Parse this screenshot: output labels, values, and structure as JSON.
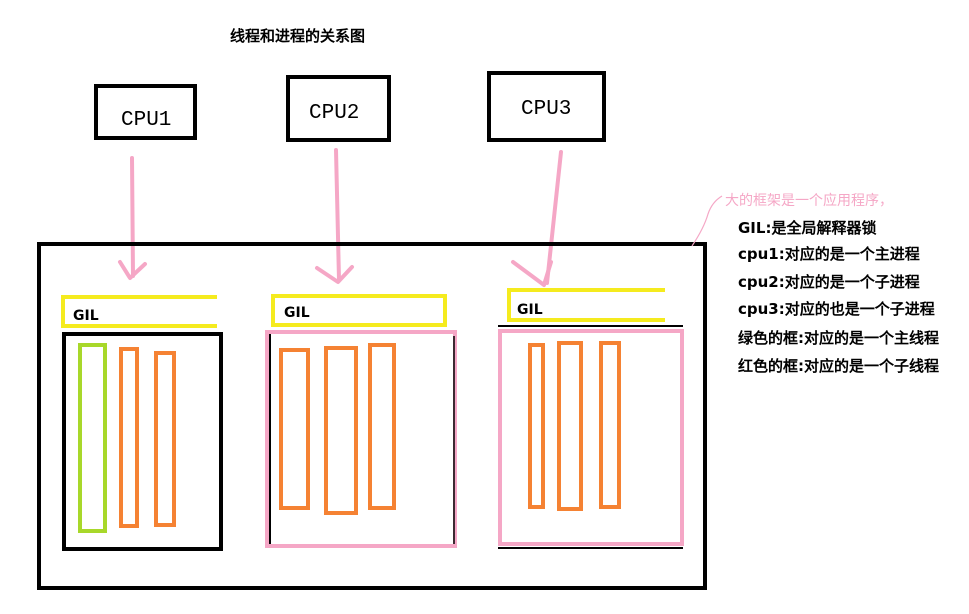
{
  "title": "线程和进程的关系图",
  "cpus": [
    "CPU1",
    "CPU2",
    "CPU3"
  ],
  "gil_label": "GIL",
  "note": {
    "header": "大的框架是一个应用程序，",
    "lines": [
      "GIL:是全局解释器锁",
      "cpu1:对应的是一个主进程",
      "cpu2:对应的是一个子进程",
      "cpu3:对应的也是一个子进程",
      "绿色的框:对应的是一个主线程",
      "红色的框:对应的是一个子线程"
    ]
  },
  "colors": {
    "frame": "#000000",
    "gil": "#f5eb1e",
    "arrow": "#f5a7c6",
    "main_thread": "#a8d82a",
    "sub_thread": "#f58233",
    "sub_process": "#f5a7c6",
    "note_header": "#f5a7c6"
  }
}
